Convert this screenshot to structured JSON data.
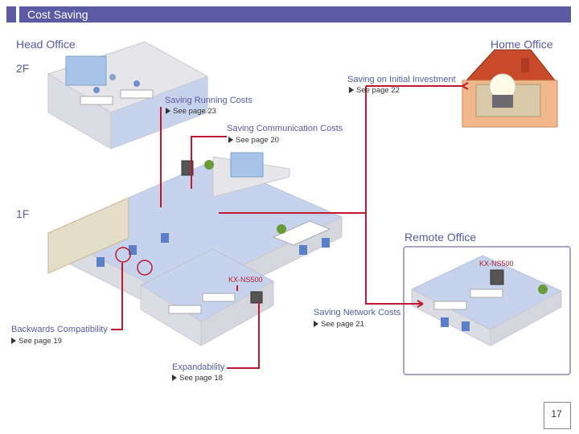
{
  "header": {
    "title": "Cost Saving"
  },
  "labels": {
    "head_office": "Head Office",
    "home_office": "Home Office",
    "floor_2": "2F",
    "floor_1": "1F",
    "remote_office": "Remote Office"
  },
  "callouts": {
    "initial_investment": {
      "title": "Saving on Initial Investment",
      "ref": "See page 22"
    },
    "running_costs": {
      "title": "Saving Running Costs",
      "ref": "See page 23"
    },
    "communication_costs": {
      "title": "Saving Communication Costs",
      "ref": "See page 20"
    },
    "network_costs": {
      "title": "Saving Network Costs",
      "ref": "See page 21"
    },
    "backwards_compat": {
      "title": "Backwards Compatibility",
      "ref": "See page 19"
    },
    "expandability": {
      "title": "Expandability",
      "ref": "See page 18"
    }
  },
  "devices": {
    "main_pbx": "KX-NS500",
    "remote_pbx": "KX-NS500"
  },
  "page_number": "17",
  "colors": {
    "header": "#5b5aa2",
    "accent_line": "#c0182e",
    "floor": "#c7d3ec",
    "wall": "#e6e6ea"
  }
}
